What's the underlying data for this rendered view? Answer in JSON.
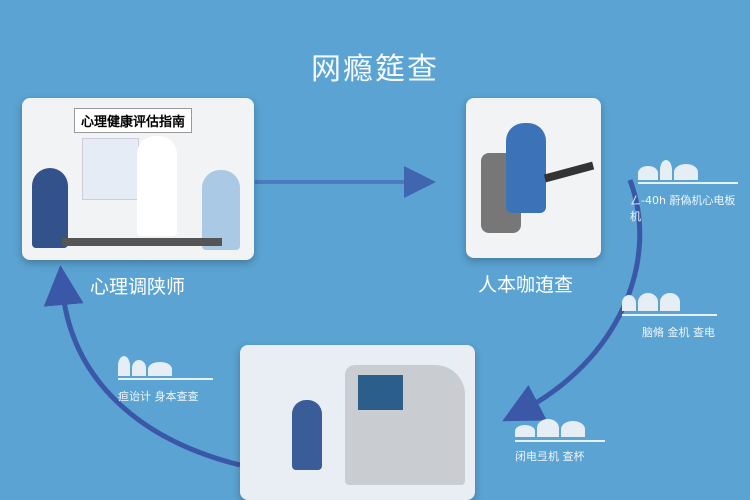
{
  "title": "网瘾筵查",
  "steps": [
    {
      "label": "心理调陕师",
      "sign": "心理健康评估指南"
    },
    {
      "label": "人本咖迶查"
    },
    {
      "label": ""
    }
  ],
  "annotations": [
    "ㄥ-40h  蔚偽机心电板机",
    "脑脩 金机  查电",
    "闭电弖机 查杯",
    "疸诒计  身本查查"
  ],
  "colors": {
    "background": "#5aa3d2",
    "arrow": "#3a57a8"
  }
}
